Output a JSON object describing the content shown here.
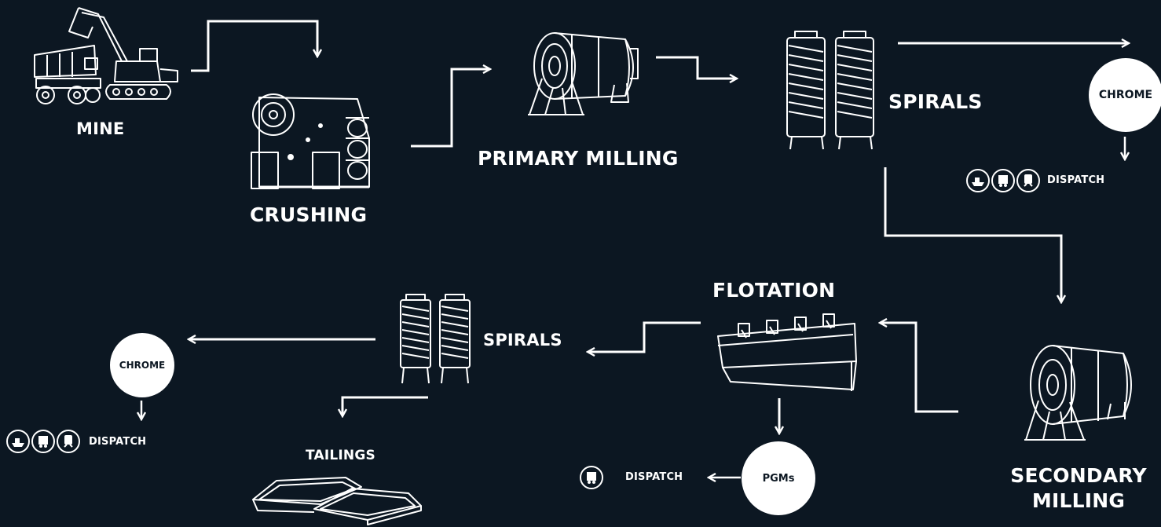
{
  "labels": {
    "mine": "MINE",
    "crushing": "CRUSHING",
    "primary_milling": "PRIMARY MILLING",
    "spirals_top": "SPIRALS",
    "chrome_top": "CHROME",
    "dispatch_top": "DISPATCH",
    "secondary_milling_line1": "SECONDARY",
    "secondary_milling_line2": "MILLING",
    "flotation": "FLOTATION",
    "pgms": "PGMs",
    "dispatch_pgms": "DISPATCH",
    "spirals_bottom": "SPIRALS",
    "chrome_bottom": "CHROME",
    "dispatch_bottom": "DISPATCH",
    "tailings": "TAILINGS"
  },
  "colors": {
    "background": "#0c1722",
    "foreground": "#ffffff"
  },
  "icons": {
    "mine": "mining-equipment-icon",
    "crushing": "jaw-crusher-icon",
    "milling": "ball-mill-icon",
    "spirals": "spiral-concentrator-icon",
    "flotation": "flotation-cell-icon",
    "tailings": "tailings-dam-icon",
    "ship": "ship-icon",
    "truck": "truck-icon",
    "train": "train-icon"
  }
}
